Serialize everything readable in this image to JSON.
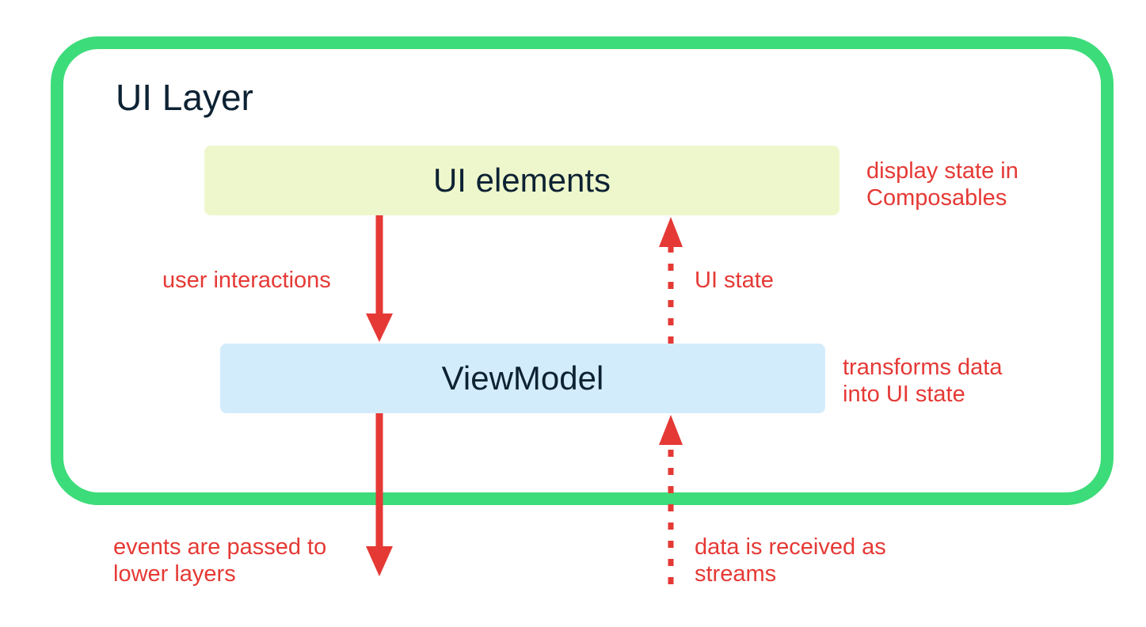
{
  "layer": {
    "title": "UI Layer"
  },
  "nodes": {
    "ui_elements": "UI elements",
    "viewmodel": "ViewModel"
  },
  "annotations": {
    "display_state": [
      "display state in",
      "Composables"
    ],
    "user_interactions": "user interactions",
    "ui_state": "UI state",
    "transforms": [
      "transforms data",
      "into UI state"
    ],
    "events": [
      "events are passed to",
      "lower layers"
    ],
    "data_streams": [
      "data is received as",
      "streams"
    ]
  },
  "colors": {
    "layer_border": "#3ddc7a",
    "ui_elements_fill": "#eef7cc",
    "viewmodel_fill": "#d3ecfc",
    "arrow": "#e53935",
    "annotation_text": "#e53935",
    "node_text": "#0d2233"
  },
  "arrows": [
    {
      "from": "UI elements",
      "to": "ViewModel",
      "style": "solid",
      "meaning": "user interactions"
    },
    {
      "from": "ViewModel",
      "to": "UI elements",
      "style": "dotted",
      "meaning": "UI state"
    },
    {
      "from": "ViewModel",
      "to": "lower layers",
      "style": "solid",
      "meaning": "events"
    },
    {
      "from": "lower layers",
      "to": "ViewModel",
      "style": "dotted",
      "meaning": "data streams"
    }
  ]
}
